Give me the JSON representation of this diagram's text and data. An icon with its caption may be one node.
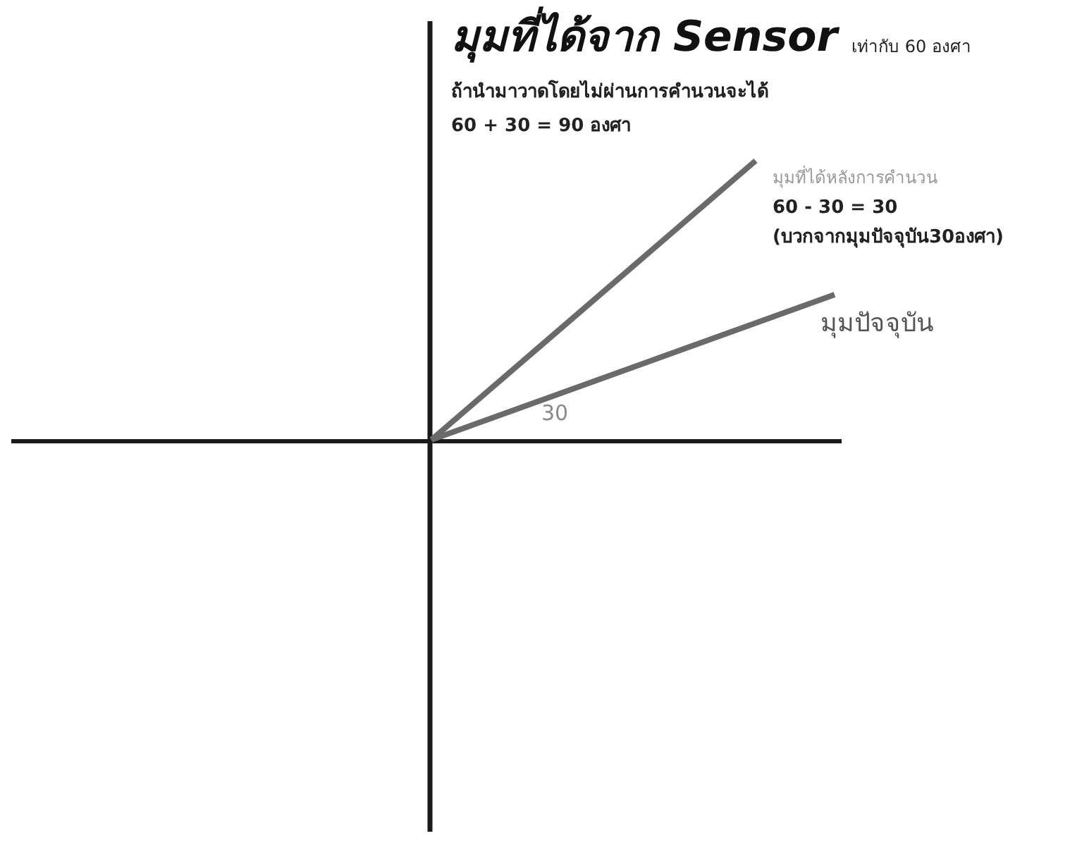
{
  "diagram": {
    "labels": [
      "มุมที่ได้จาก Sensor",
      "เท่ากับ 60 องศา",
      "ถ้านำมาวาดโดยไม่ผ่านการคำนวนจะได้",
      "60 + 30 = 90 องศา",
      "มุมที่ได้หลังการคำนวน",
      "60 - 30 = 30",
      "(บวกจากมุมปัจจุบัน30องศา)",
      "มุมปัจจุบัน",
      "30"
    ]
  }
}
